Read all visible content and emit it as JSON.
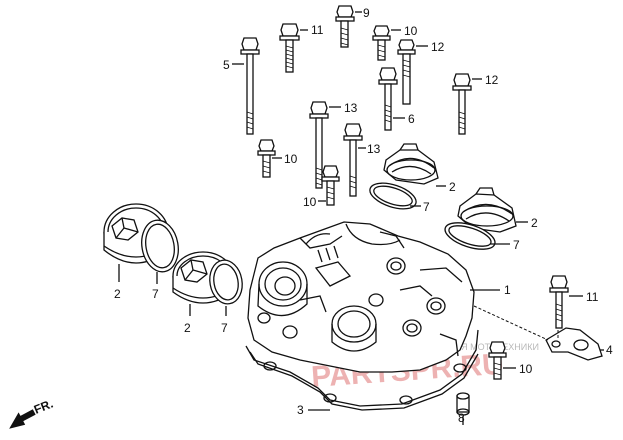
{
  "callouts": {
    "c1": "1",
    "c2a": "2",
    "c2b": "2",
    "c2c": "2",
    "c2d": "2",
    "c3": "3",
    "c4": "4",
    "c5": "5",
    "c6": "6",
    "c7a": "7",
    "c7b": "7",
    "c7c": "7",
    "c7d": "7",
    "c8": "8",
    "c9": "9",
    "c10a": "10",
    "c10b": "10",
    "c10c": "10",
    "c10d": "10",
    "c11a": "11",
    "c11b": "11",
    "c12a": "12",
    "c12b": "12",
    "c13a": "13",
    "c13b": "13"
  },
  "front_marker": "FR.",
  "watermark": {
    "main": "PARTSPR.RU",
    "sub": "ЗАПЧАСТИ И АКСЕССУАРЫ ДЛЯ МОТОТЕХНИКИ"
  }
}
